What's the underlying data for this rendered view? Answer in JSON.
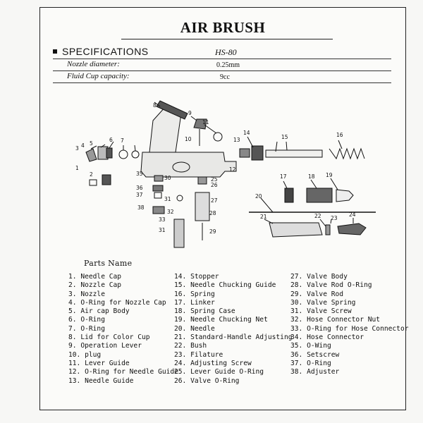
{
  "title": "AIR BRUSH",
  "specifications": {
    "heading": "SPECIFICATIONS",
    "model": "HS-80",
    "rows": [
      {
        "label": "Nozzle diameter:",
        "value": "0.25mm"
      },
      {
        "label": "Fluid Cup capacity:",
        "value": "9cc"
      }
    ]
  },
  "diagram_labels": [
    "1",
    "2",
    "3",
    "4",
    "5",
    "6",
    "7",
    "8",
    "9",
    "10",
    "11",
    "12",
    "13",
    "14",
    "15",
    "16",
    "17",
    "18",
    "19",
    "20",
    "21",
    "22",
    "23",
    "24",
    "25",
    "26",
    "27",
    "28",
    "29",
    "30",
    "31",
    "32",
    "33",
    "35",
    "36",
    "37",
    "38",
    "31"
  ],
  "parts_title": "Parts Name",
  "parts": {
    "col1": [
      "1. Needle Cap",
      "2. Nozzle Cap",
      "3. Nozzle",
      "4. O-Ring for Nozzle Cap",
      "5. Air cap Body",
      "6. O-Ring",
      "7. O-Ring",
      "8. Lid for Color Cup",
      "9. Operation Lever",
      "10. plug",
      "11. Lever Guide",
      "12. O-Ring for Needle Guide",
      "13. Needle Guide"
    ],
    "col2": [
      "14. Stopper",
      "15. Needle Chucking Guide",
      "16. Spring",
      "17. Linker",
      "18. Spring Case",
      "19. Needle Chucking Net",
      "20. Needle",
      "21. Standard-Handle Adjusting",
      "22. Bush",
      "23. Filature",
      "24. Adjusting Screw",
      "25. Lever Guide O-Ring",
      "26. Valve O-Ring"
    ],
    "col3": [
      "27. Valve Body",
      "28. Valve Rod O-Ring",
      "29. Valve Rod",
      "30. Valve Spring",
      "31. Valve Screw",
      "32. Hose Connector Nut",
      "33. O-Ring for Hose Connector",
      "34. Hose Connector",
      "35. O-Wing",
      "36. Setscrew",
      "37. O-Ring",
      "38. Adjuster"
    ]
  }
}
